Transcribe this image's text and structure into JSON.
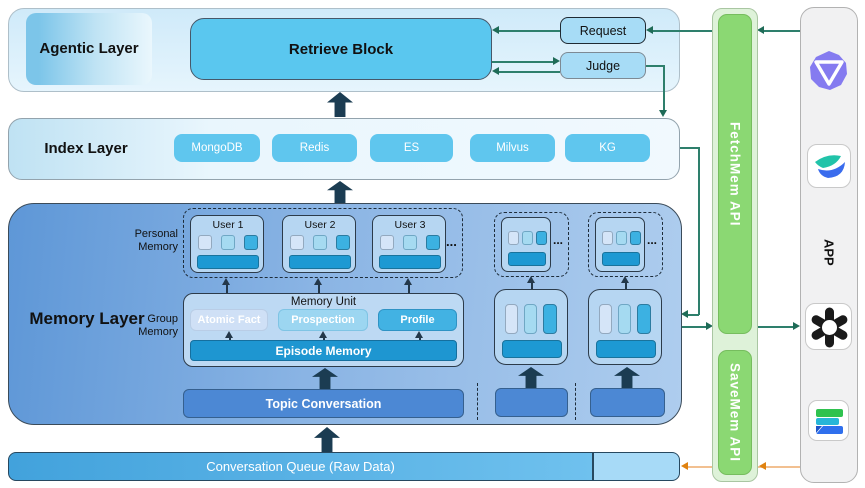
{
  "agentic": {
    "label": "Agentic Layer",
    "retrieve_block": "Retrieve Block",
    "request": "Request",
    "judge": "Judge"
  },
  "index": {
    "label": "Index Layer",
    "stores": [
      "MongoDB",
      "Redis",
      "ES",
      "Milvus",
      "KG"
    ]
  },
  "memory": {
    "label": "Memory Layer",
    "personal_label": "Personal Memory",
    "group_label": "Group Memory",
    "users": [
      "User 1",
      "User 2",
      "User 3"
    ],
    "ellipsis": "...",
    "unit": {
      "title": "Memory Unit",
      "boxes": [
        "Atomic Fact",
        "Prospection",
        "Profile"
      ],
      "episode": "Episode Memory"
    },
    "topic": "Topic Conversation"
  },
  "queue": {
    "label": "Conversation Queue (Raw Data)"
  },
  "apis": {
    "fetch_label": "FetchMem API",
    "save_label": "SaveMem API"
  },
  "app": {
    "label": "APP",
    "icons": [
      "qwen-icon",
      "lark-icon",
      "openai-icon",
      "docs-icon"
    ]
  },
  "colors": {
    "accent_blue": "#5ac7ef",
    "deep_blue": "#1e96d1",
    "api_green": "#8bd873",
    "arrow_navy": "#1b3c52",
    "connector_teal": "#2e7f6c",
    "connector_orange": "#e0820f"
  }
}
